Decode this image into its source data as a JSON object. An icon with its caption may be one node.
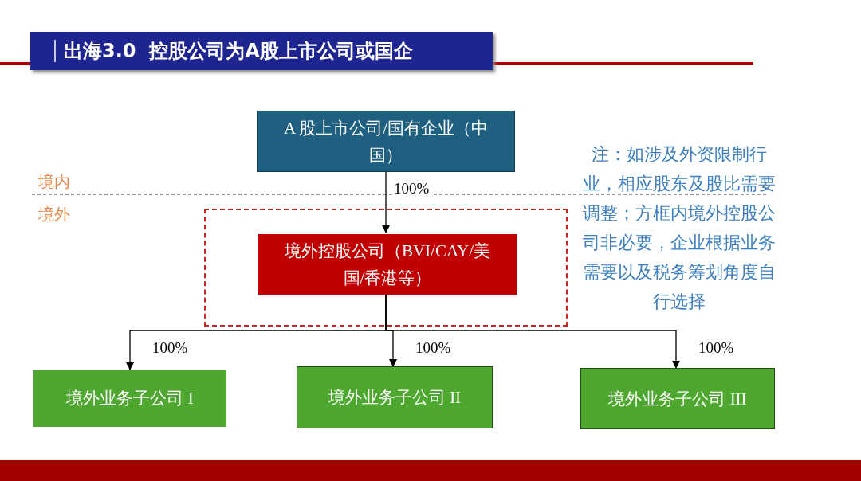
{
  "diagram": {
    "title": "出海3.0  控股公司为A股上市公司或国企",
    "nodes": [
      {
        "text": [
          "A 股上市公司/国有企业（中国）"
        ]
      },
      {
        "text": [],
        "shape": "box"
      },
      {
        "text": [
          "境外控股公司（BVI/CAY/美国/香港等）"
        ],
        "in": 1
      },
      {
        "text": [
          "境外业务子公司 I"
        ]
      },
      {
        "text": [
          "境外业务子公司 II"
        ]
      },
      {
        "text": [
          "境外业务子公司 III"
        ]
      }
    ],
    "edges": [
      {
        "from": 0,
        "to": 2,
        "arrow": "to",
        "label": "100%"
      },
      {
        "from": 2,
        "to": 3,
        "arrow": "to",
        "label": "100%"
      },
      {
        "from": 2,
        "to": 4,
        "arrow": "to",
        "label": "100%"
      },
      {
        "from": 2,
        "to": 5,
        "arrow": "to",
        "label": "100%"
      }
    ],
    "labels": [
      "境内",
      "境外",
      "注：如涉及外资限制行业，相应股东及股比需要调整；方框内境外控股公司非必要，企业根据业务需要以及税务筹划角度自行选择"
    ]
  }
}
